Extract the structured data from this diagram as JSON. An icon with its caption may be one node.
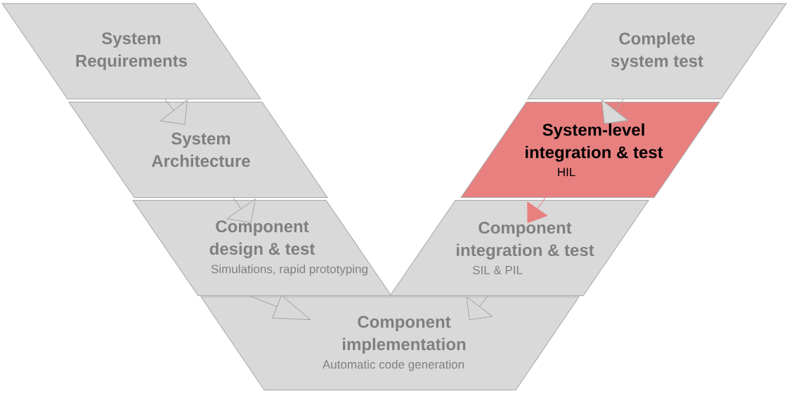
{
  "diagram": {
    "nodes": [
      {
        "text": [
          "System Requirements"
        ]
      },
      {
        "text": [
          "System Architecture"
        ]
      },
      {
        "text": [
          "Component design & test",
          "Simulations, rapid prototyping"
        ]
      },
      {
        "text": [
          "Component implementation",
          "Automatic code generation"
        ]
      },
      {
        "text": [
          "Component integration & test",
          "SIL & PIL"
        ]
      },
      {
        "text": [
          "System-level integration & test",
          "HIL"
        ]
      },
      {
        "text": [
          "Complete system test"
        ]
      }
    ],
    "edges": [
      {
        "from": 0,
        "to": 1,
        "arrow": "to"
      },
      {
        "from": 1,
        "to": 2,
        "arrow": "to"
      },
      {
        "from": 2,
        "to": 3,
        "arrow": "to"
      },
      {
        "from": 4,
        "to": 3,
        "arrow": "to"
      },
      {
        "from": 5,
        "to": 4,
        "arrow": "to",
        "color": "#e88080"
      },
      {
        "from": 6,
        "to": 5,
        "arrow": "to"
      }
    ]
  }
}
